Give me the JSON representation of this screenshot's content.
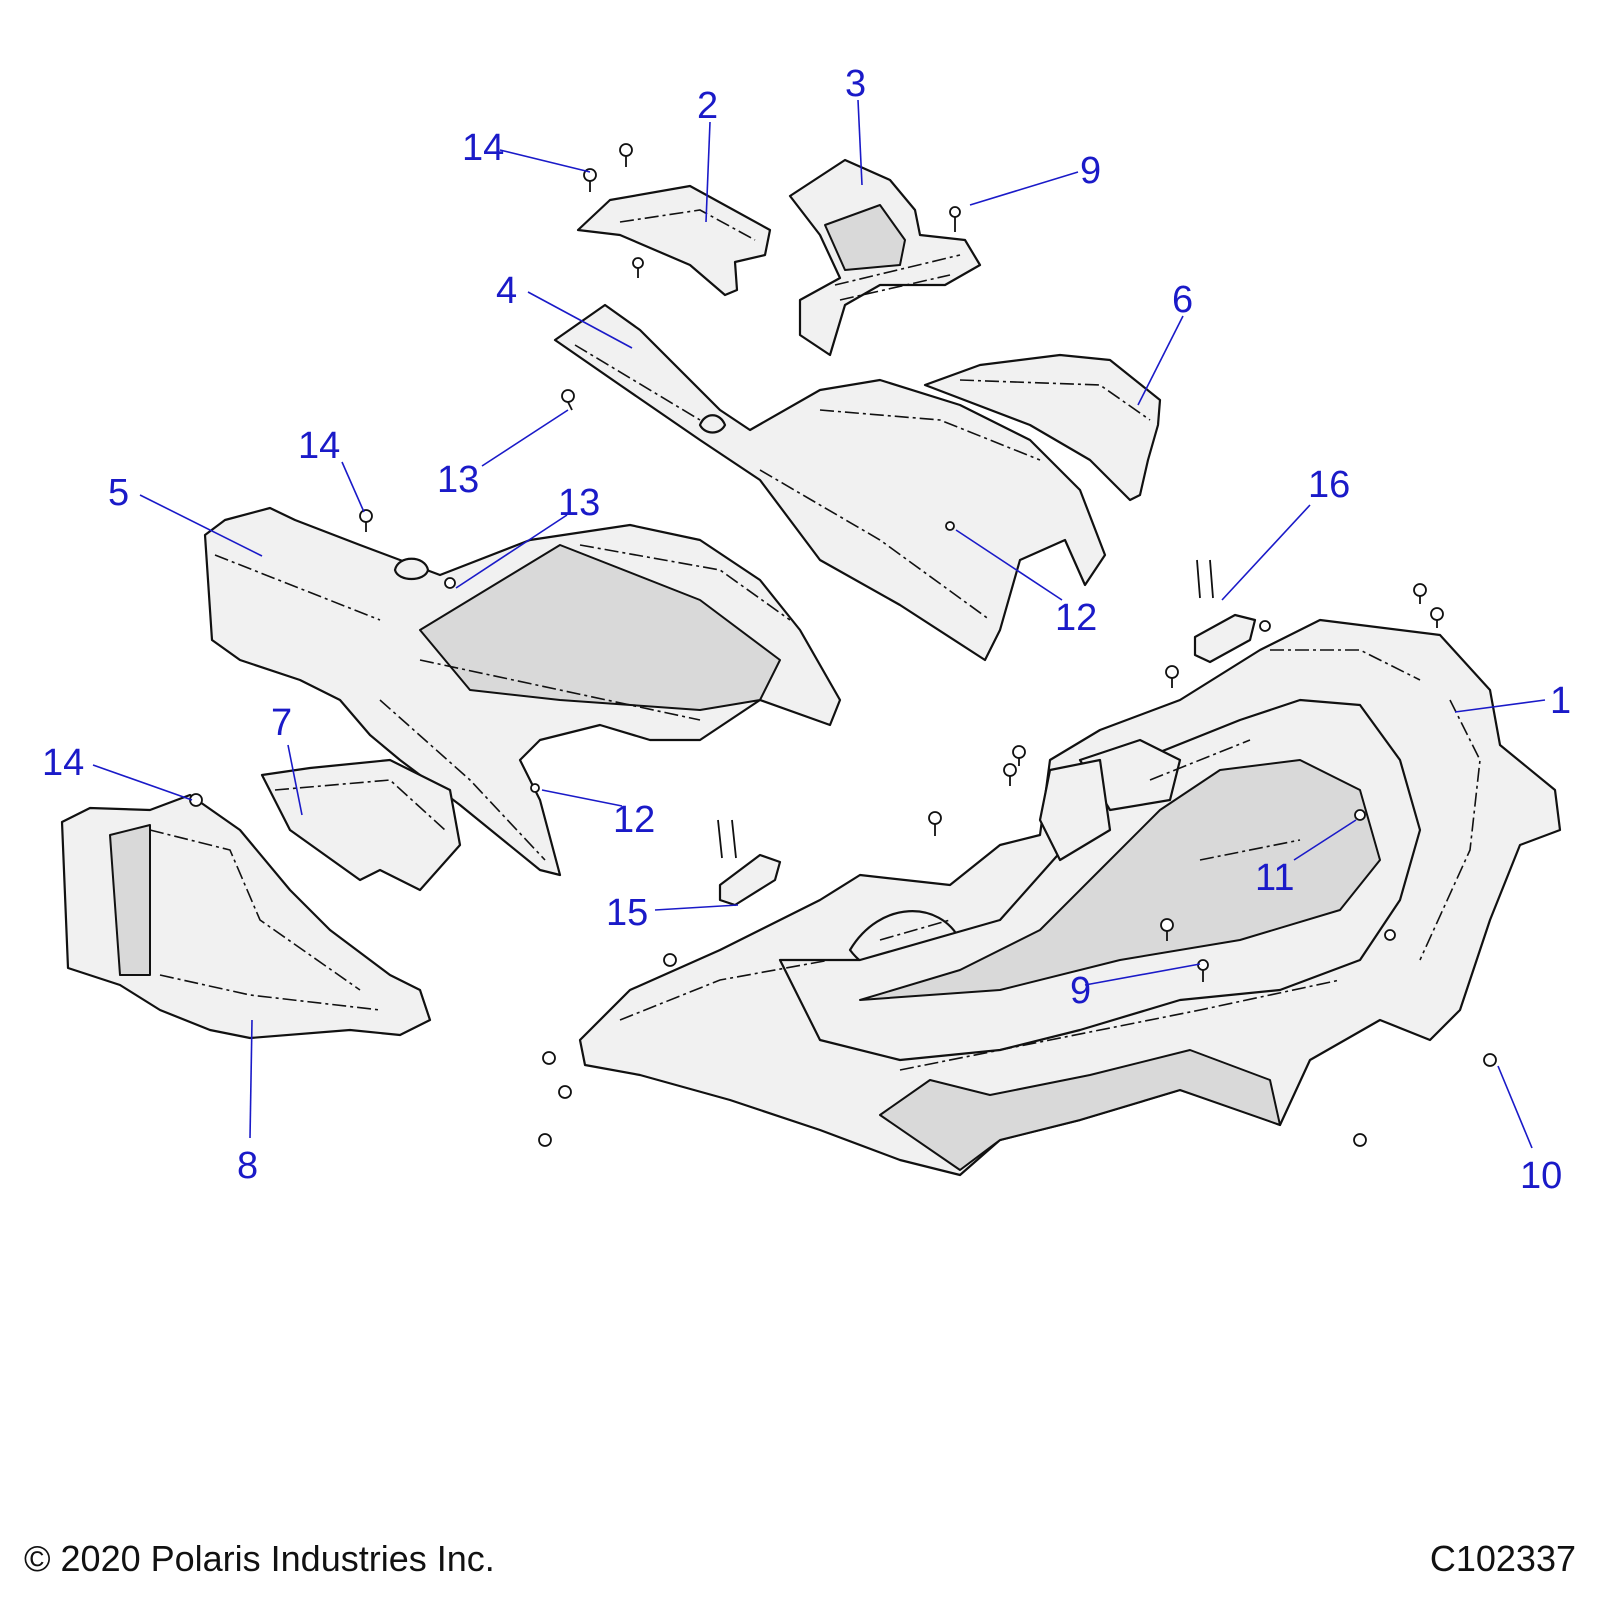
{
  "callouts": [
    {
      "id": "c1",
      "label": "1"
    },
    {
      "id": "c2",
      "label": "2"
    },
    {
      "id": "c3",
      "label": "3"
    },
    {
      "id": "c4",
      "label": "4"
    },
    {
      "id": "c5",
      "label": "5"
    },
    {
      "id": "c6",
      "label": "6"
    },
    {
      "id": "c7",
      "label": "7"
    },
    {
      "id": "c8",
      "label": "8"
    },
    {
      "id": "c9a",
      "label": "9"
    },
    {
      "id": "c9b",
      "label": "9"
    },
    {
      "id": "c10",
      "label": "10"
    },
    {
      "id": "c11",
      "label": "11"
    },
    {
      "id": "c12a",
      "label": "12"
    },
    {
      "id": "c12b",
      "label": "12"
    },
    {
      "id": "c13a",
      "label": "13"
    },
    {
      "id": "c13b",
      "label": "13"
    },
    {
      "id": "c14a",
      "label": "14"
    },
    {
      "id": "c14b",
      "label": "14"
    },
    {
      "id": "c14c",
      "label": "14"
    },
    {
      "id": "c15",
      "label": "15"
    },
    {
      "id": "c16",
      "label": "16"
    }
  ],
  "footer": {
    "copyright": "© 2020 Polaris Industries Inc.",
    "diagram_code": "C102337"
  },
  "colors": {
    "callout": "#1a1ac8",
    "outline": "#111111",
    "fill": "#f1f1f1"
  }
}
